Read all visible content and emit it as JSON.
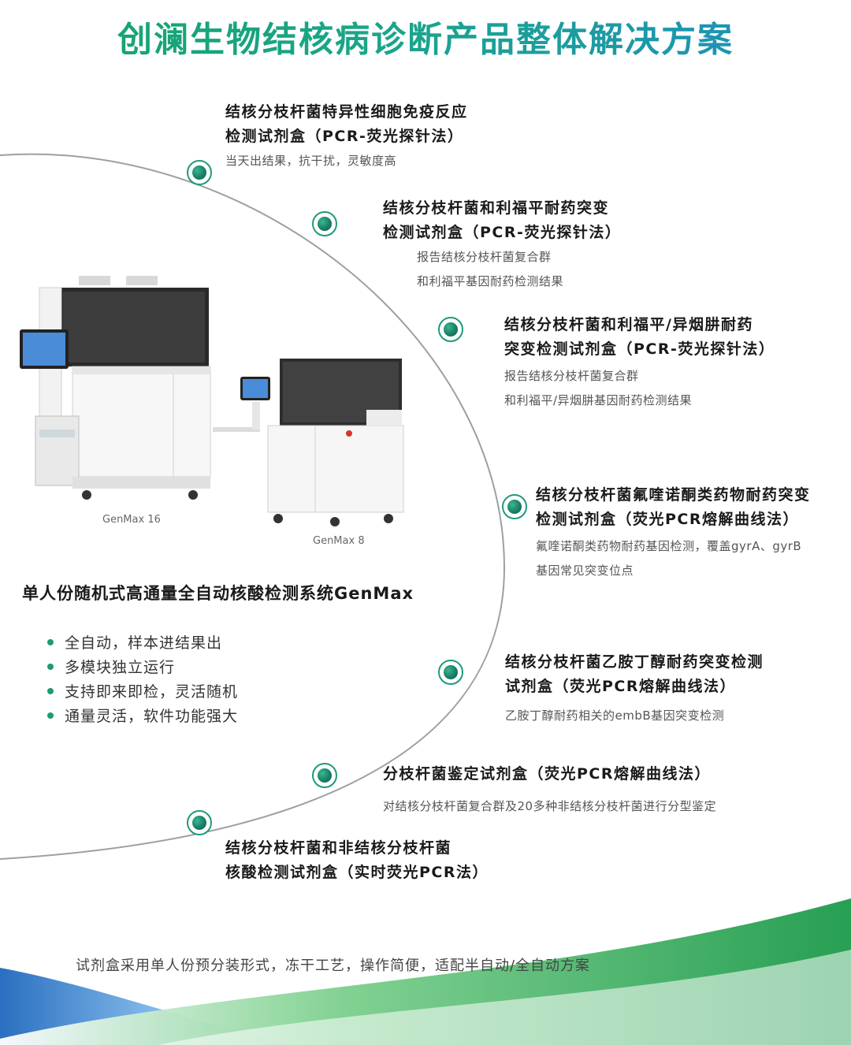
{
  "title": "创澜生物结核病诊断产品整体解决方案",
  "items": [
    {
      "title_lines": [
        "结核分枝杆菌特异性细胞免疫反应",
        "检测试剂盒（PCR-荧光探针法）"
      ],
      "desc_lines": [
        "当天出结果，抗干扰，灵敏度高"
      ]
    },
    {
      "title_lines": [
        "结核分枝杆菌和利福平耐药突变",
        "检测试剂盒（PCR-荧光探针法）"
      ],
      "desc_lines": [
        "报告结核分枝杆菌复合群",
        "和利福平基因耐药检测结果"
      ]
    },
    {
      "title_lines": [
        "结核分枝杆菌和利福平/异烟肼耐药",
        "突变检测试剂盒（PCR-荧光探针法）"
      ],
      "desc_lines": [
        "报告结核分枝杆菌复合群",
        "和利福平/异烟肼基因耐药检测结果"
      ]
    },
    {
      "title_lines": [
        "结核分枝杆菌氟喹诺酮类药物耐药突变",
        "检测试剂盒（荧光PCR熔解曲线法）"
      ],
      "desc_lines": [
        "氟喹诺酮类药物耐药基因检测，覆盖gyrA、gyrB",
        "基因常见突变位点"
      ]
    },
    {
      "title_lines": [
        "结核分枝杆菌乙胺丁醇耐药突变检测",
        "试剂盒（荧光PCR熔解曲线法）"
      ],
      "desc_lines": [
        "乙胺丁醇耐药相关的embB基因突变检测"
      ]
    },
    {
      "title_lines": [
        "分枝杆菌鉴定试剂盒（荧光PCR熔解曲线法）"
      ],
      "desc_lines": [
        "对结核分枝杆菌复合群及20多种非结核分枝杆菌进行分型鉴定"
      ]
    },
    {
      "title_lines": [
        "结核分枝杆菌和非结核分枝杆菌",
        "核酸检测试剂盒（实时荧光PCR法）"
      ],
      "desc_lines": []
    }
  ],
  "machines": [
    {
      "label": "GenMax 16"
    },
    {
      "label": "GenMax 8"
    }
  ],
  "system": {
    "title": "单人份随机式高通量全自动核酸检测系统GenMax",
    "features": [
      "全自动，样本进结果出",
      "多模块独立运行",
      "支持即来即检，灵活随机",
      "通量灵活，软件功能强大"
    ]
  },
  "footer_note": "试剂盒采用单人份预分装形式，冻干工艺，操作简便，适配半自动/全自动方案",
  "colors": {
    "accent_green": "#1f9a79",
    "accent_blue": "#2c6fbf",
    "title_green": "#16a36b"
  }
}
